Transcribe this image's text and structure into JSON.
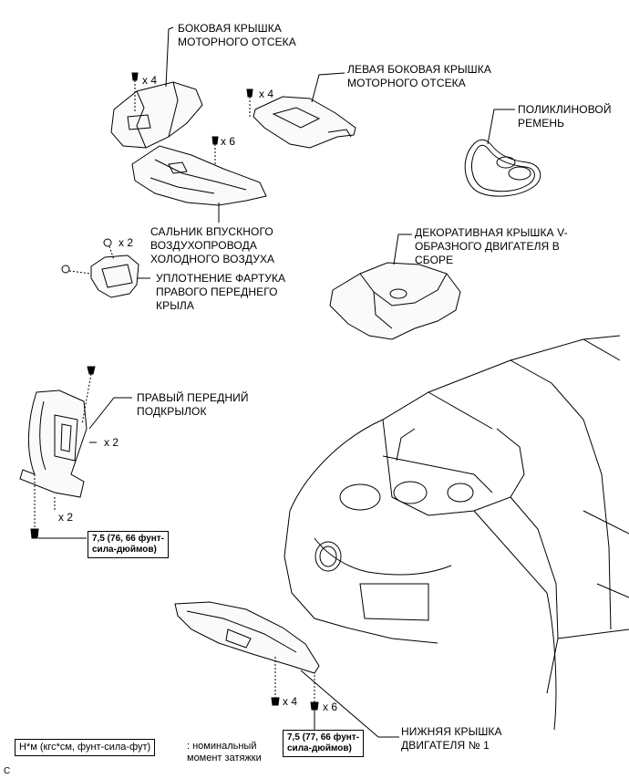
{
  "labels": {
    "side_cover": [
      "БОКОВАЯ КРЫШКА",
      "МОТОРНОГО ОТСЕКА"
    ],
    "left_side_cover": [
      "ЛЕВАЯ БОКОВАЯ КРЫШКА",
      "МОТОРНОГО ОТСЕКА"
    ],
    "v_belt": [
      "ПОЛИКЛИНОВОЙ",
      "РЕМЕНЬ"
    ],
    "intake_seal": [
      "САЛЬНИК ВПУСКНОГО",
      "ВОЗДУХОПРОВОДА",
      "ХОЛОДНОГО ВОЗДУХА"
    ],
    "v_engine_cover": [
      "ДЕКОРАТИВНАЯ КРЫШКА V-",
      "ОБРАЗНОГО ДВИГАТЕЛЯ В",
      "СБОРЕ"
    ],
    "fender_apron_seal": [
      "УПЛОТНЕНИЕ ФАРТУКА",
      "ПРАВОГО ПЕРЕДНЕГО",
      "КРЫЛА"
    ],
    "fender_liner": [
      "ПРАВЫЙ ПЕРЕДНИЙ",
      "ПОДКРЫЛОК"
    ],
    "under_cover": [
      "НИЖНЯЯ КРЫШКА",
      "ДВИГАТЕЛЯ № 1"
    ]
  },
  "quantities": {
    "side_cover_bolts": "x 4",
    "left_cover_bolts": "x 4",
    "middle_clips": "x 6",
    "seal_clips": "x 2",
    "liner_screws": "x 2",
    "liner_bolts": "x 2",
    "under_clips": "x 4",
    "under_bolts": "x 6"
  },
  "torques": {
    "liner": [
      "7,5 (76, 66 фунт-",
      "сила-дюймов)"
    ],
    "under_cover": [
      "7,5 (77, 66 фунт-",
      "сила-дюймов)"
    ]
  },
  "legend": {
    "box": "Н*м (кгс*см, фунт-сила-фут)",
    "text": [
      ": номинальный",
      "момент затяжки"
    ]
  },
  "corner_mark": "C"
}
